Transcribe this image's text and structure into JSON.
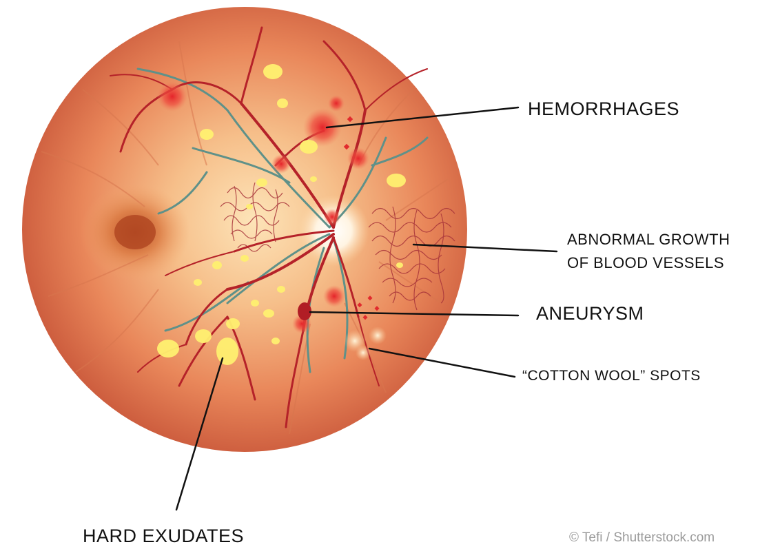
{
  "labels": {
    "hemorrhages": "HEMORRHAGES",
    "abnormal_growth_line1": "ABNORMAL GROWTH",
    "abnormal_growth_line2": "OF BLOOD VESSELS",
    "aneurysm": "ANEURYSM",
    "cotton_wool": "“COTTON WOOL” SPOTS",
    "hard_exudates": "HARD EXUDATES"
  },
  "credit": "© Tefi / Shutterstock.com",
  "colors": {
    "retina_outer": "#c95a3c",
    "retina_mid": "#ef9a6a",
    "retina_center": "#fbd9a8",
    "vessel_red": "#b5222a",
    "vessel_teal": "#5e8f8a",
    "hemorrhage": "#e8282c",
    "exudate": "#fff27a",
    "macula": "#b94e28",
    "leader_line": "#111111"
  }
}
